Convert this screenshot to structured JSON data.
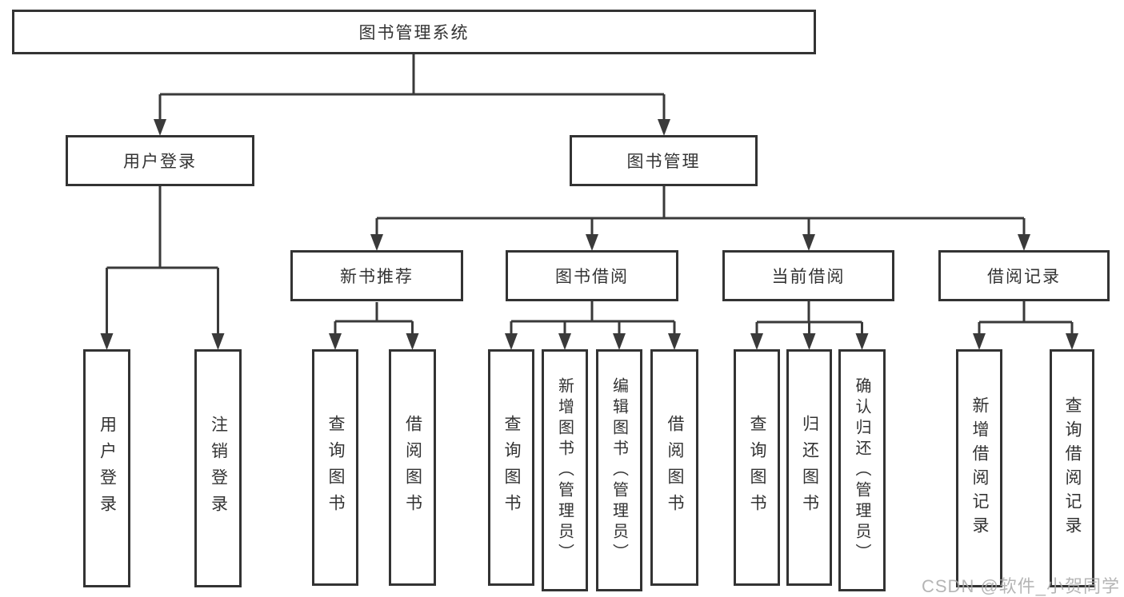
{
  "diagram": {
    "title": "图书管理系统",
    "level2": {
      "user_login_group": "用户登录",
      "book_mgmt_group": "图书管理"
    },
    "level3": {
      "new_book_rec": "新书推荐",
      "book_borrowing": "图书借阅",
      "current_borrowing": "当前借阅",
      "borrowing_records": "借阅记录"
    },
    "leaves": {
      "user_login": "用户登录",
      "logout": "注销登录",
      "nb_query_books": "查询图书",
      "nb_borrow_books": "借阅图书",
      "bw_query_books": "查询图书",
      "bw_add_books": "新增图书（管理员）",
      "bw_edit_books": "编辑图书（管理员）",
      "bw_borrow_books": "借阅图书",
      "cur_query_books": "查询图书",
      "cur_return_books": "归还图书",
      "cur_confirm_return": "确认归还（管理员）",
      "rec_add_record": "新增借阅记录",
      "rec_query_record": "查询借阅记录"
    }
  },
  "watermark": "CSDN @软件_小贺同学",
  "colors": {
    "line": "#3a3a3a",
    "border": "#333333",
    "text": "#333333",
    "watermark": "#a9a9a9",
    "background": "#ffffff"
  }
}
